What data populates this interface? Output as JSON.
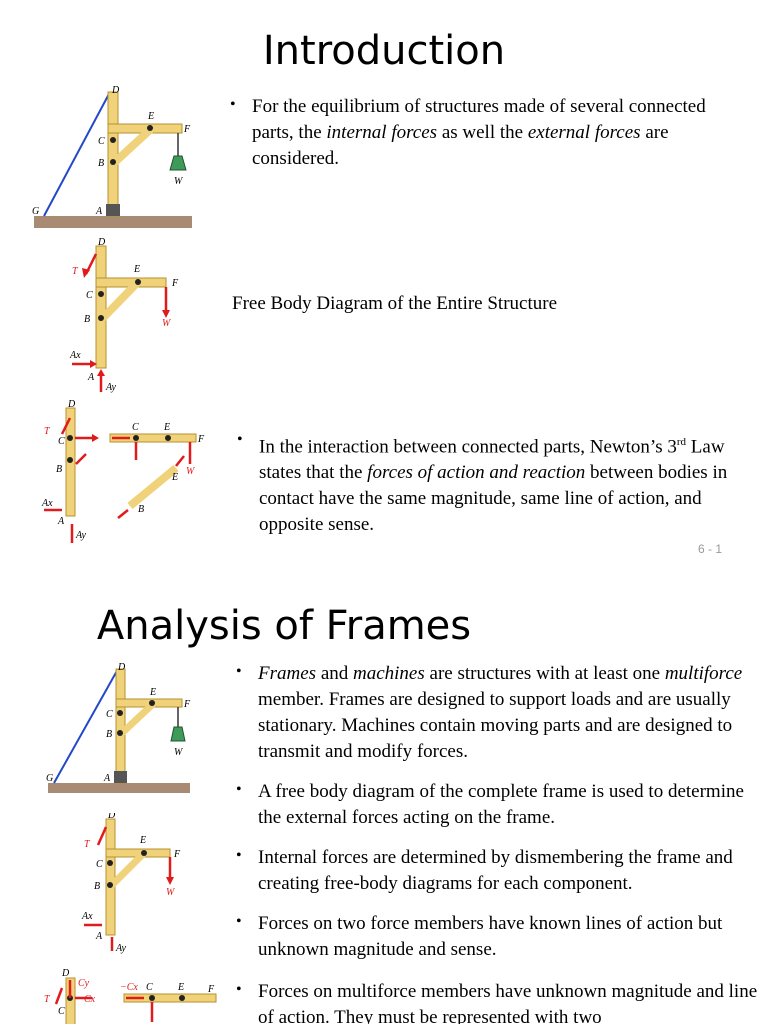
{
  "slide1": {
    "title": "Introduction",
    "bullet1": {
      "pre": "For the equilibrium of structures made of several connected parts, the ",
      "em1": "internal forces",
      "mid": " as well the ",
      "em2": "external forces",
      "post": " are considered."
    },
    "fbd_caption": "Free Body Diagram of the Entire Structure",
    "bullet2": {
      "pre": "In the interaction between connected parts, Newton’s 3",
      "sup": "rd",
      "mid": " Law states that the ",
      "em": "forces of action and reaction",
      "post": " between bodies in contact have the same magnitude, same line of action, and opposite sense."
    },
    "page_number": "6 - 1"
  },
  "slide2": {
    "title": "Analysis of Frames",
    "bullet1": {
      "em1": "Frames",
      "t1": " and ",
      "em2": "machines",
      "t2": " are structures with at least one ",
      "em3": "multiforce",
      "t3": " member.  Frames are designed to support loads and are usually stationary.  Machines contain moving parts and are designed to transmit and modify forces."
    },
    "bullet2": "A free body diagram of the complete frame is used to determine the external forces acting on the frame.",
    "bullet3": "Internal forces are determined by dismembering the frame and creating free-body diagrams for each component.",
    "bullet4": "Forces on two force members have known lines of action but unknown magnitude and sense.",
    "bullet5": "Forces on multiforce members have unknown magnitude and line of action.  They must be represented with two"
  },
  "figure_labels": {
    "D": "D",
    "E": "E",
    "F": "F",
    "C": "C",
    "B": "B",
    "A": "A",
    "G": "G",
    "W": "W",
    "T": "T",
    "Ax": "Ax",
    "Ay": "Ay",
    "Cx": "Cx",
    "Cy": "Cy",
    "negCx": "−Cx"
  },
  "colors": {
    "wood": "#f0d27a",
    "wood_edge": "#b8912e",
    "force": "#e01b1b",
    "cable": "#2348c8",
    "weight": "#3f9a5a",
    "ground": "#a88b72"
  }
}
